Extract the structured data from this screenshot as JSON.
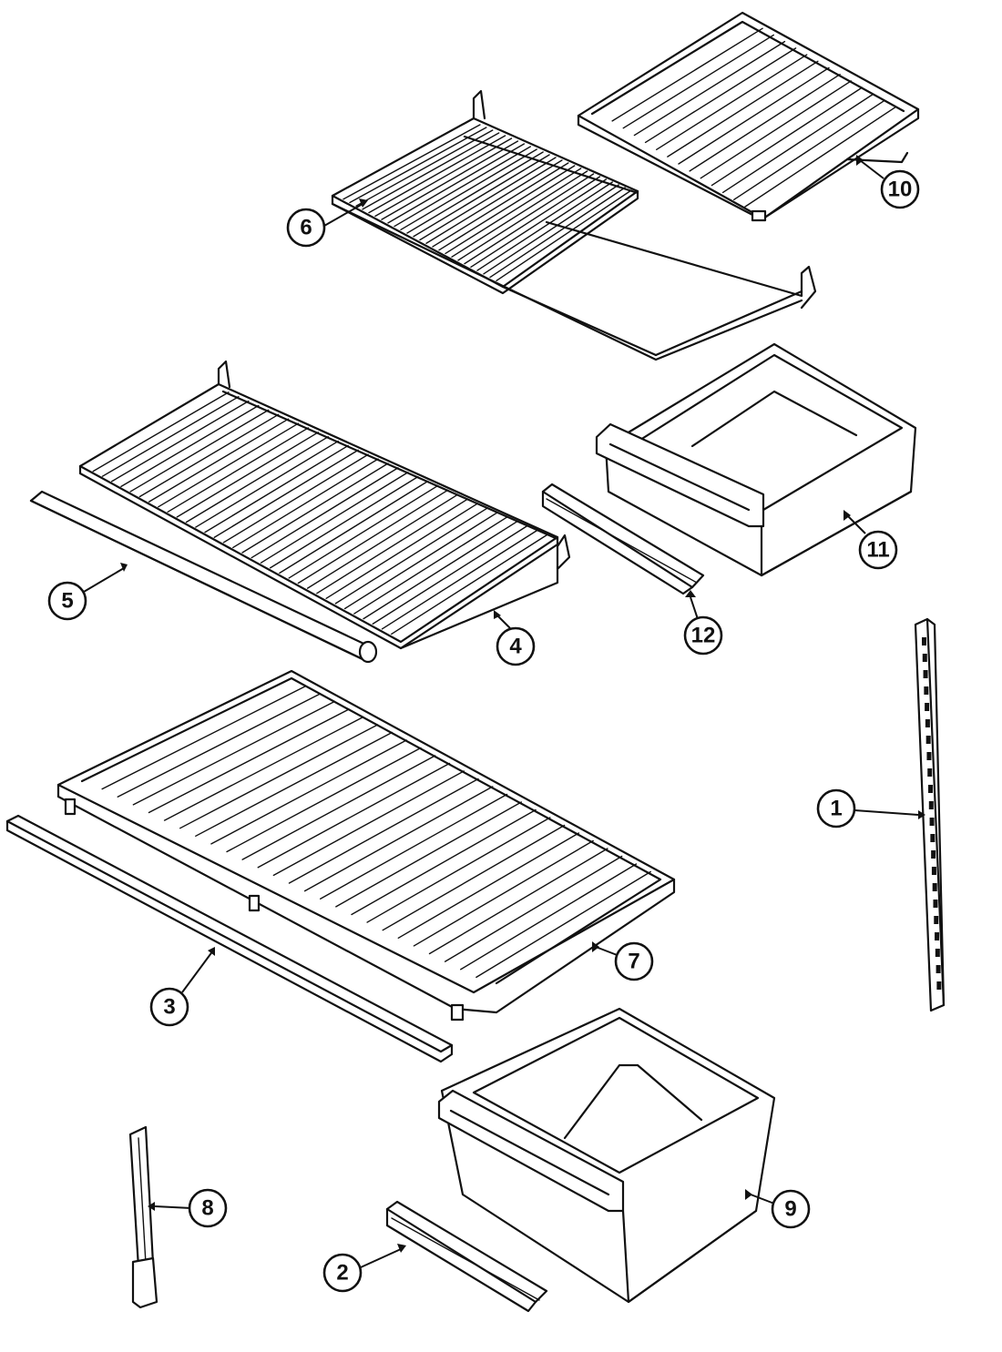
{
  "callouts": [
    {
      "id": "1",
      "label": "1",
      "part": "shelf-support-ladder"
    },
    {
      "id": "2",
      "label": "2",
      "part": "crisper-rail-small"
    },
    {
      "id": "3",
      "label": "3",
      "part": "glass-shelf-front-trim"
    },
    {
      "id": "4",
      "label": "4",
      "part": "wire-shelf-large"
    },
    {
      "id": "5",
      "label": "5",
      "part": "shelf-front-trim-tube"
    },
    {
      "id": "6",
      "label": "6",
      "part": "wire-shelf-upper"
    },
    {
      "id": "7",
      "label": "7",
      "part": "crisper-cover-shelf"
    },
    {
      "id": "8",
      "label": "8",
      "part": "shelf-support-short"
    },
    {
      "id": "9",
      "label": "9",
      "part": "crisper-drawer-large"
    },
    {
      "id": "10",
      "label": "10",
      "part": "ribbed-cover-shelf"
    },
    {
      "id": "11",
      "label": "11",
      "part": "crisper-drawer-small"
    },
    {
      "id": "12",
      "label": "12",
      "part": "crisper-rail-upper"
    }
  ],
  "colors": {
    "line": "#111111",
    "background": "#ffffff"
  }
}
